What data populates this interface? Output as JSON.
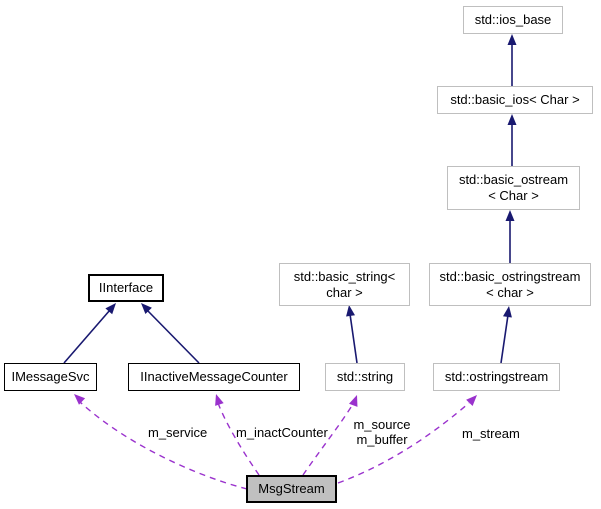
{
  "colors": {
    "inheritance_edge": "#191970",
    "usage_edge": "#9a32cd",
    "std_border": "#bfbfbf",
    "class_border": "#000000",
    "node_fill": "#ffffff",
    "selected_fill": "#c0c0c0",
    "text": "#000000"
  },
  "nodes": {
    "ios_base": {
      "label": "std::ios_base"
    },
    "basic_ios": {
      "label": "std::basic_ios< Char >"
    },
    "basic_ostream": {
      "line1": "std::basic_ostream",
      "line2": "< Char >"
    },
    "basic_ostringstream": {
      "line1": "std::basic_ostringstream",
      "line2": "< char >"
    },
    "basic_string": {
      "line1": "std::basic_string<",
      "line2": "char >"
    },
    "ostringstream": {
      "label": "std::ostringstream"
    },
    "string": {
      "label": "std::string"
    },
    "iinterface": {
      "label": "IInterface"
    },
    "imessagesvc": {
      "label": "IMessageSvc"
    },
    "iinactivemessagecounter": {
      "label": "IInactiveMessageCounter"
    },
    "msgstream": {
      "label": "MsgStream"
    }
  },
  "edge_labels": {
    "m_service": "m_service",
    "m_inactCounter": "m_inactCounter",
    "m_source": "m_source",
    "m_buffer": "m_buffer",
    "m_stream": "m_stream"
  }
}
